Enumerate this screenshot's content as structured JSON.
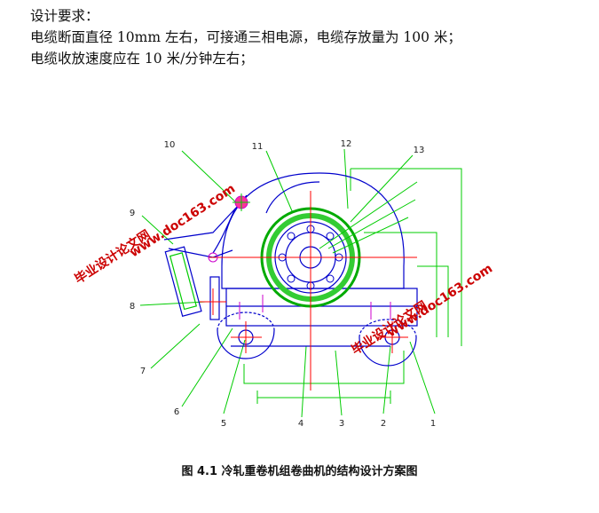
{
  "requirements": {
    "heading": "设计要求：",
    "line1": "电缆断面直径 10mm 左右，可接通三相电源，电缆存放量为 100 米；",
    "line2": "电缆收放速度应在 10 米/分钟左右；"
  },
  "figure": {
    "part_labels": [
      "1",
      "2",
      "3",
      "4",
      "5",
      "6",
      "7",
      "8",
      "9",
      "10",
      "11",
      "12",
      "13"
    ],
    "watermark": {
      "site": "www.doc163.com",
      "brand": "毕业设计论文网"
    },
    "colors": {
      "outline": "#0000cc",
      "dimension": "#00cc00",
      "center": "#ff0000",
      "accent": "#cc00cc"
    }
  },
  "caption": "图 4.1 冷轧重卷机组卷曲机的结构设计方案图"
}
